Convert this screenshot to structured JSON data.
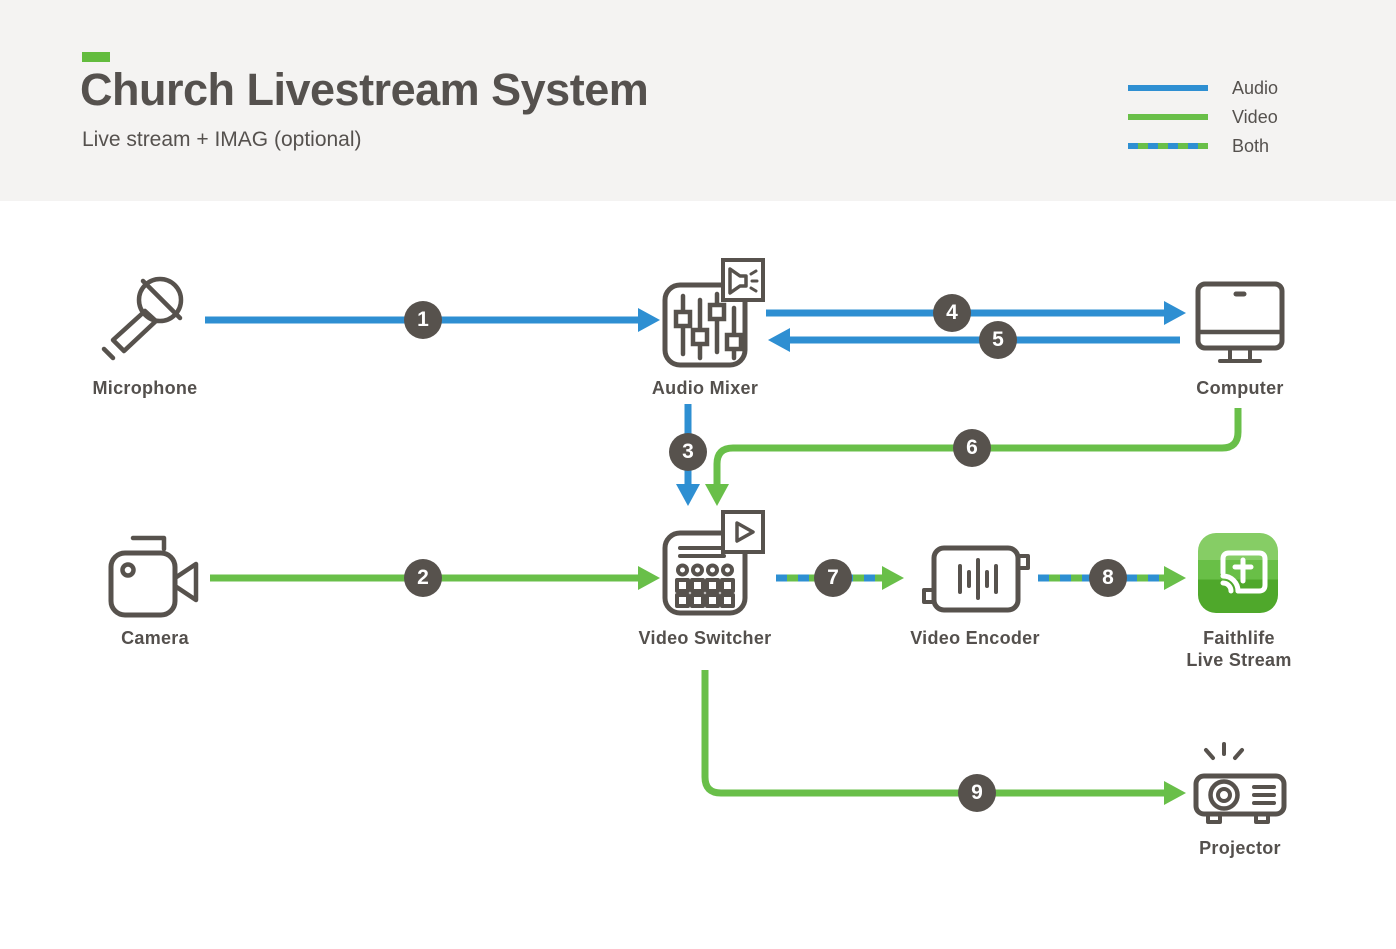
{
  "header": {
    "title": "Church Livestream System",
    "subtitle": "Live stream + IMAG (optional)"
  },
  "legend": {
    "items": [
      {
        "label": "Audio",
        "type": "audio",
        "color": "#2e8fd2"
      },
      {
        "label": "Video",
        "type": "video",
        "color": "#69bf49"
      },
      {
        "label": "Both",
        "type": "both",
        "colors": [
          "#2e8fd2",
          "#69bf49"
        ]
      }
    ]
  },
  "nodes": {
    "microphone": {
      "label": "Microphone"
    },
    "audio_mixer": {
      "label": "Audio Mixer"
    },
    "computer": {
      "label": "Computer"
    },
    "camera": {
      "label": "Camera"
    },
    "video_switcher": {
      "label": "Video Switcher"
    },
    "video_encoder": {
      "label": "Video Encoder"
    },
    "faithlife": {
      "label_line1": "Faithlife",
      "label_line2": "Live Stream"
    },
    "projector": {
      "label": "Projector"
    }
  },
  "connections": [
    {
      "num": "1",
      "from": "Microphone",
      "to": "Audio Mixer",
      "signal": "audio"
    },
    {
      "num": "2",
      "from": "Camera",
      "to": "Video Switcher",
      "signal": "video"
    },
    {
      "num": "3",
      "from": "Audio Mixer",
      "to": "Video Switcher",
      "signal": "audio"
    },
    {
      "num": "4",
      "from": "Audio Mixer",
      "to": "Computer",
      "signal": "audio"
    },
    {
      "num": "5",
      "from": "Computer",
      "to": "Audio Mixer",
      "signal": "audio"
    },
    {
      "num": "6",
      "from": "Computer",
      "to": "Video Switcher",
      "signal": "video"
    },
    {
      "num": "7",
      "from": "Video Switcher",
      "to": "Video Encoder",
      "signal": "both"
    },
    {
      "num": "8",
      "from": "Video Encoder",
      "to": "Faithlife Live Stream",
      "signal": "both"
    },
    {
      "num": "9",
      "from": "Video Switcher",
      "to": "Projector",
      "signal": "video"
    }
  ],
  "colors": {
    "audio_line": "#2e8fd2",
    "video_line": "#69bf49",
    "badge": "#57524d",
    "text": "#55514e",
    "header_bg": "#f4f3f2",
    "accent_dash": "#63bc3e",
    "faithlife_green_top": "#86cd65",
    "faithlife_green_mid": "#69bf47",
    "faithlife_green_bottom": "#4fa82b"
  }
}
